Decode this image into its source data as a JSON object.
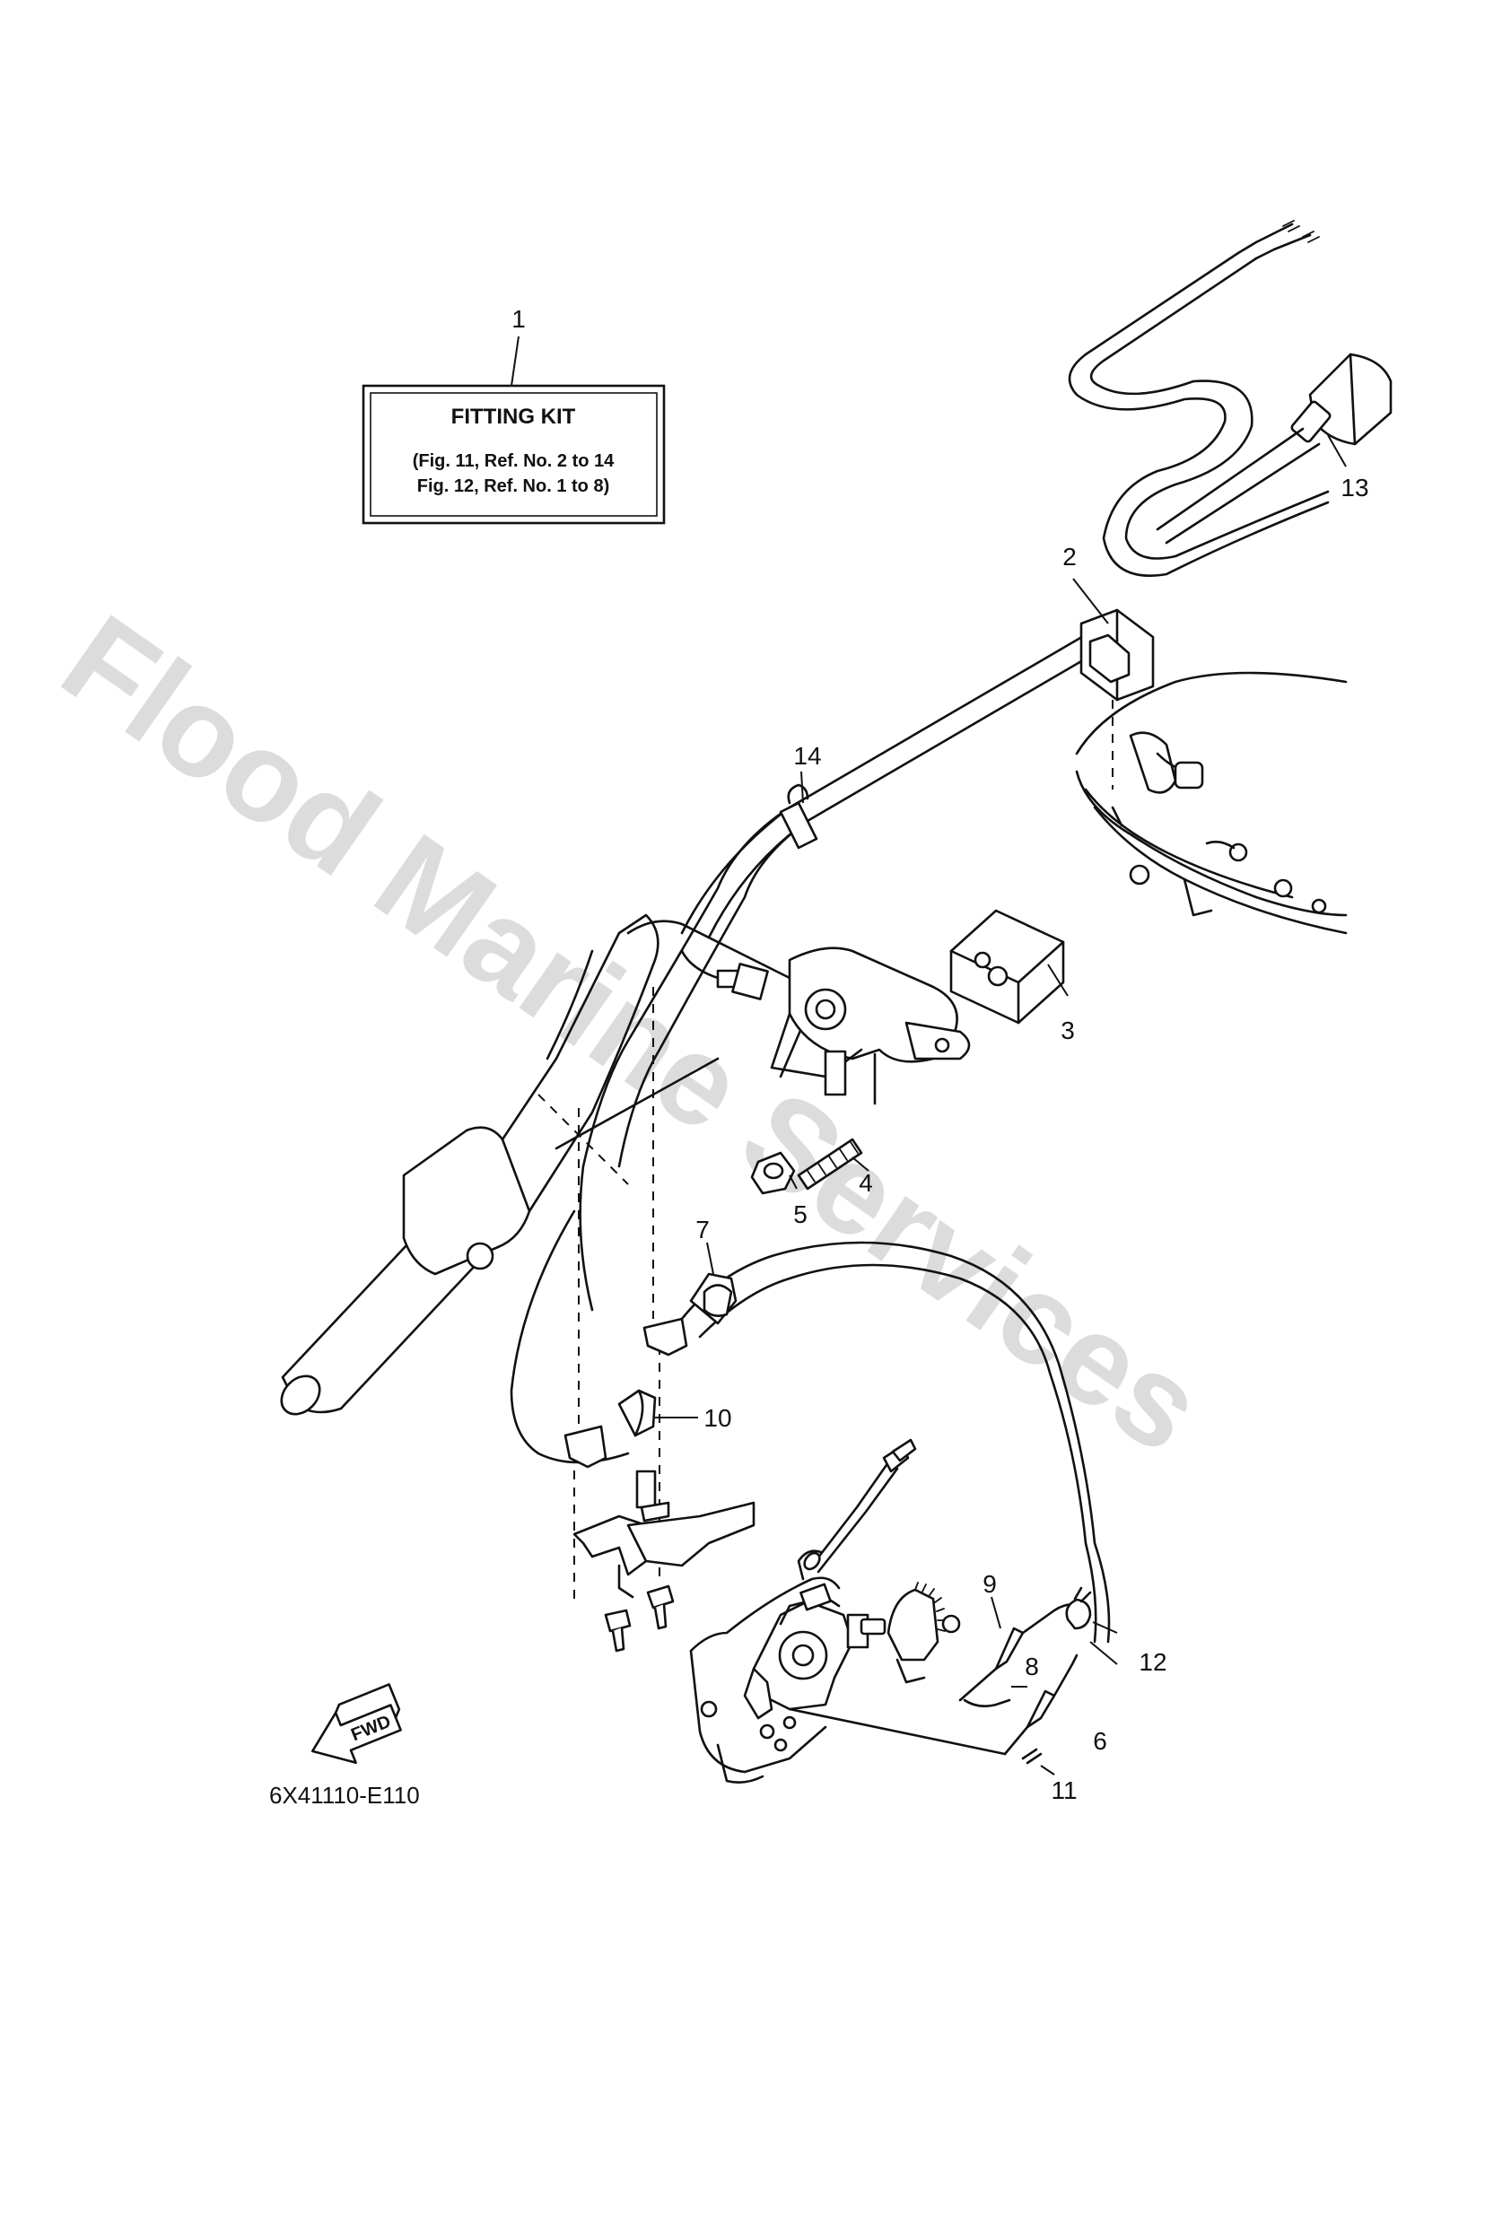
{
  "watermark": "Flood Marine Services",
  "fitting_kit": {
    "title": "FITTING KIT",
    "note_line1": "(Fig. 11, Ref. No. 2 to 14",
    "note_line2": "Fig. 12, Ref. No. 1 to 8)"
  },
  "callouts": [
    "1",
    "2",
    "3",
    "4",
    "5",
    "6",
    "7",
    "8",
    "9",
    "10",
    "11",
    "12",
    "13",
    "14"
  ],
  "direction_label": "FWD",
  "diagram_code": "6X41110-E110"
}
